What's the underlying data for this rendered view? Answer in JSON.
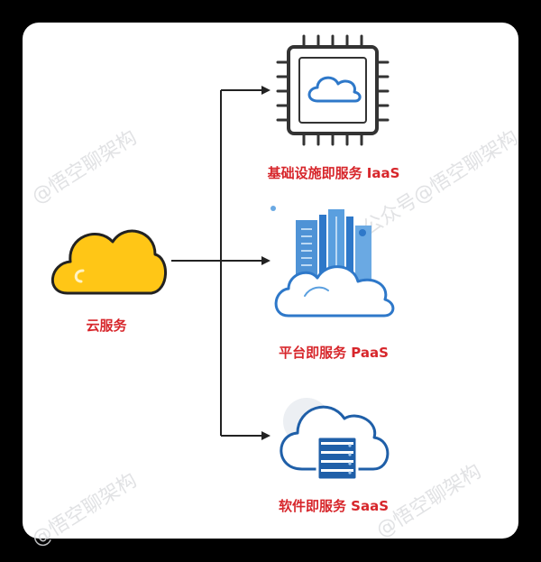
{
  "source_node": {
    "label": "云服务"
  },
  "targets": [
    {
      "label": "基础设施即服务 IaaS",
      "icon": "chip-cloud-icon"
    },
    {
      "label": "平台即服务 PaaS",
      "icon": "building-cloud-icon"
    },
    {
      "label": "软件即服务 SaaS",
      "icon": "server-cloud-icon"
    }
  ],
  "watermarks": [
    "@悟空聊架构",
    "公众号@悟空聊架构",
    "@悟空聊架构",
    "@悟空聊架构"
  ],
  "colors": {
    "label_red": "#d7262b",
    "cloud_yellow": "#ffc616",
    "icon_blue": "#2e78c9",
    "dark_stroke": "#333333"
  }
}
